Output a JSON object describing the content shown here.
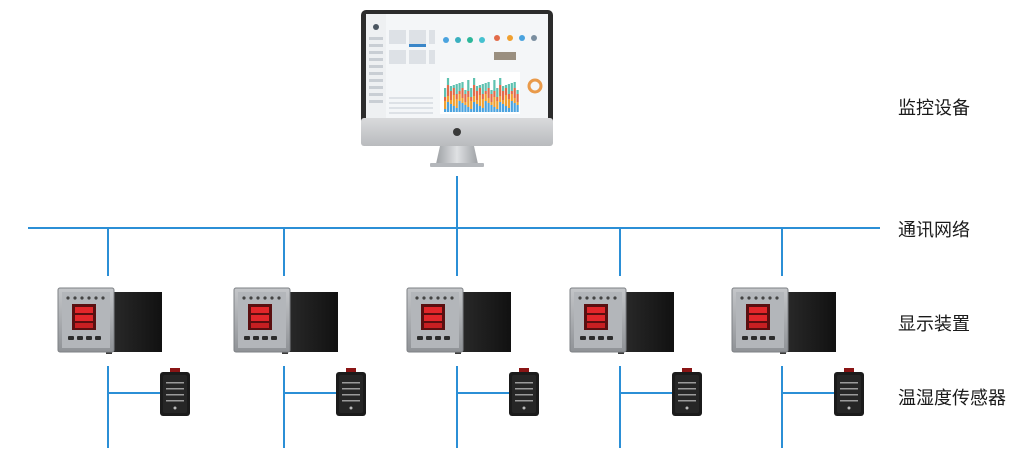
{
  "labels": {
    "monitor": "监控设备",
    "network": "通讯网络",
    "display": "显示装置",
    "sensor": "温湿度传感器"
  },
  "colors": {
    "network_line": "#2b8fd6",
    "screen_accent": "#3a86c8"
  },
  "units": [
    1,
    2,
    3,
    4,
    5
  ]
}
